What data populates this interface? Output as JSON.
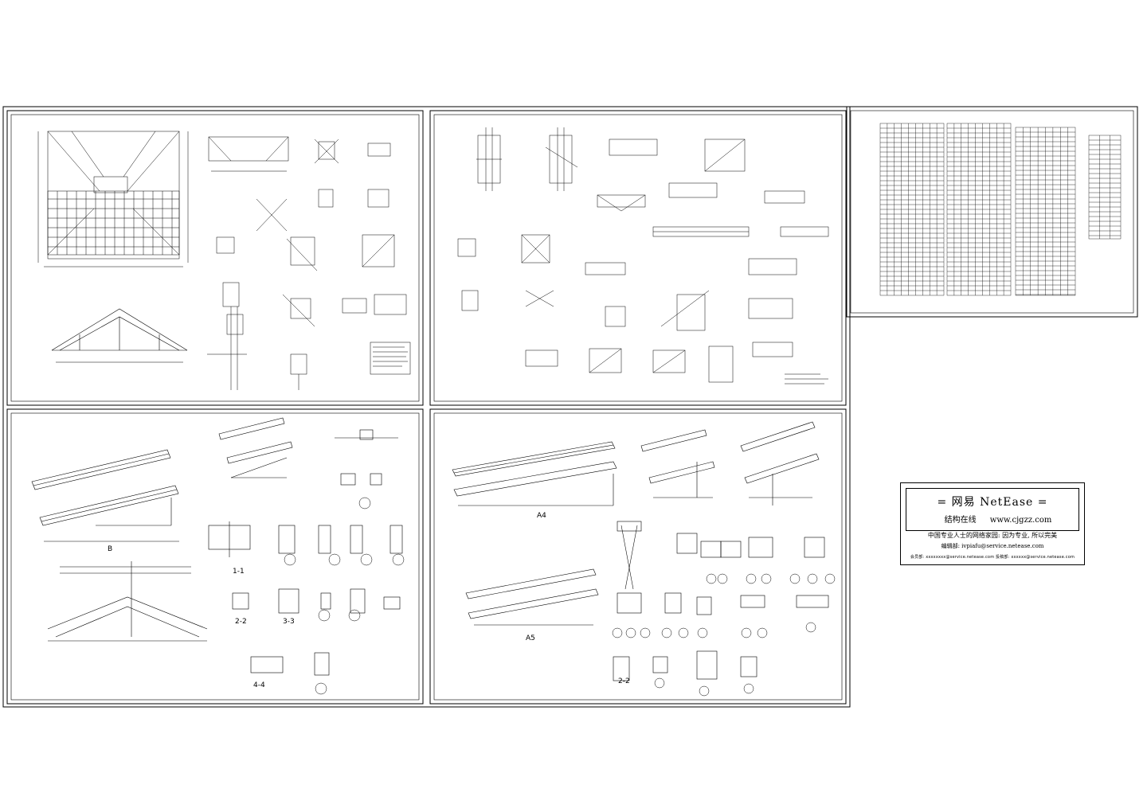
{
  "stamp": {
    "title": "= 网易 NetEase =",
    "subtitle": "结构在线",
    "url": "www.cjgzz.com",
    "tagline": "中国专业人士的网络家园: 因为专业, 所以完美",
    "editor": "编辑部: ivpiafu@service.netease.com",
    "footer": "会员部: xxxxxxxx@service.netease.com    投稿部: xxxxxx@service.netease.com"
  },
  "drawing_labels": {
    "a4": "A4",
    "a5": "A5",
    "b": "B",
    "sec_1_1": "1-1",
    "sec_2_2": "2-2",
    "sec_3_3": "3-3",
    "sec_4_4": "4-4"
  }
}
